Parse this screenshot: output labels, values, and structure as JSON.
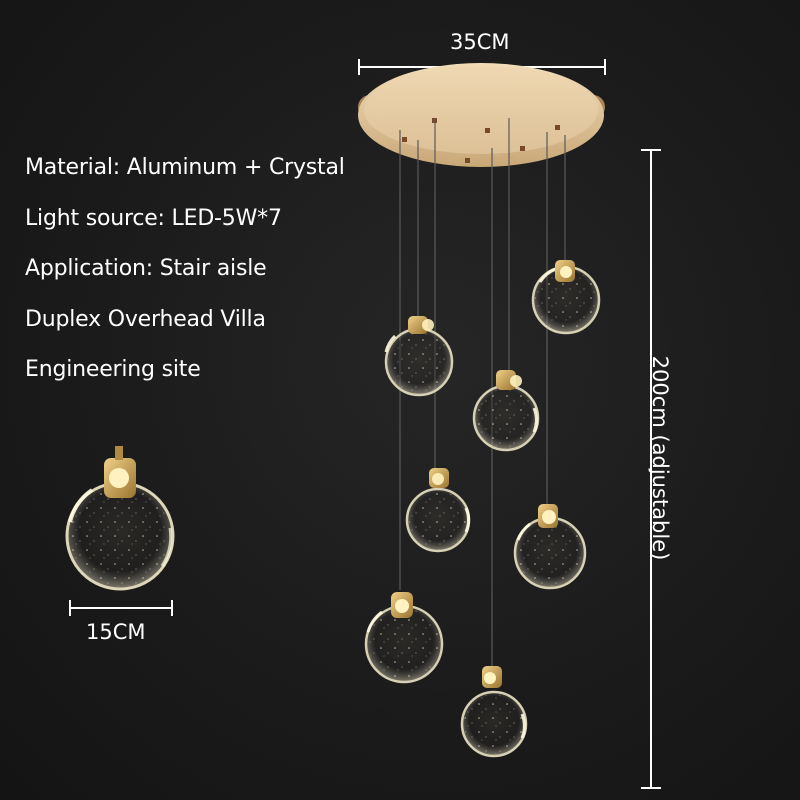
{
  "specs": [
    "Material: Aluminum + Crystal",
    "Light source: LED-5W*7",
    "Application: Stair aisle",
    "Duplex Overhead Villa",
    "Engineering site"
  ],
  "dimensions": {
    "canopy_width": "35CM",
    "height": "200cm (adjustable)",
    "pendant_diameter": "15CM"
  },
  "colors": {
    "background": "#1b1b1b",
    "canopy_gold": "#e0c49a",
    "brass": "#c8a050",
    "text": "#ffffff"
  },
  "pendant_count": 7
}
